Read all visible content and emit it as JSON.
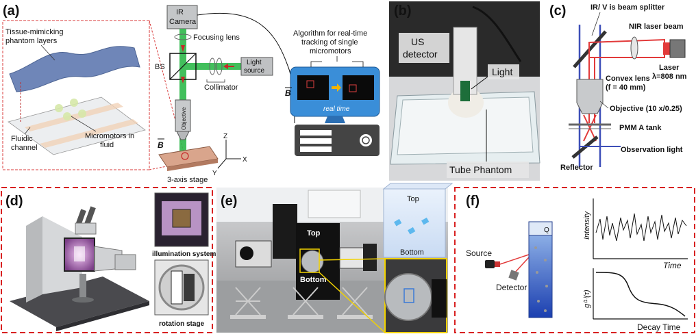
{
  "panels": {
    "a": {
      "label": "(a)",
      "phantom_layers": "Tissue-mimicking",
      "phantom_layers2": "phantom layers",
      "fluidic": "Fluidic",
      "channel": "channel",
      "micromotors": "Micromotors in",
      "fluid": "fluid",
      "ir": "IR",
      "camera": "Camera",
      "focusing_lens": "Focusing lens",
      "bs": "BS",
      "light": "Light",
      "source": "source",
      "collimator": "Collimator",
      "objective": "Objective",
      "b_field": "B",
      "stage": "3-axis stage",
      "axis_z": "Z",
      "axis_x": "X",
      "axis_y": "Y",
      "algo1": "Algorithm for real-time",
      "algo2": "tracking of single",
      "algo3": "micromotors",
      "realtime": "real time",
      "b_field2": "B"
    },
    "b": {
      "label": "(b)",
      "us1": "US",
      "us2": "detector",
      "light": "Light",
      "tube": "Tube Phantom"
    },
    "c": {
      "label": "(c)",
      "splitter": "IR/ V is beam splitter",
      "nir": "NIR laser beam",
      "laser1": "Laser",
      "laser2": "λ=808 nm",
      "convex1": "Convex lens",
      "convex2": "(f = 40 mm)",
      "objective": "Objective (10  x/0.25)",
      "pmma": "PMM  A tank",
      "obs": "Observation light",
      "reflector": "Reflector"
    },
    "d": {
      "label": "(d)",
      "illum": "illumination system",
      "rotation": "rotation stage"
    },
    "e": {
      "label": "(e)",
      "top": "Top",
      "bottom": "Bottom",
      "top2": "Top",
      "bottom2": "Bottom"
    },
    "f": {
      "label": "(f)",
      "source": "Source",
      "detector": "Detector",
      "q": "Q",
      "intensity": "Intensity",
      "time": "Time",
      "g": "g⁽¹⁾(τ)",
      "decay": "Decay Time"
    }
  },
  "colors": {
    "green_beam": "#2db84a",
    "red_arrow": "#c62828",
    "blue_layer": "#6f86b8",
    "monitor": "#3a8ed8",
    "dashed_border": "#d82020",
    "laser_red": "#e23a3a",
    "fluid_blue": "#2f57c8"
  }
}
